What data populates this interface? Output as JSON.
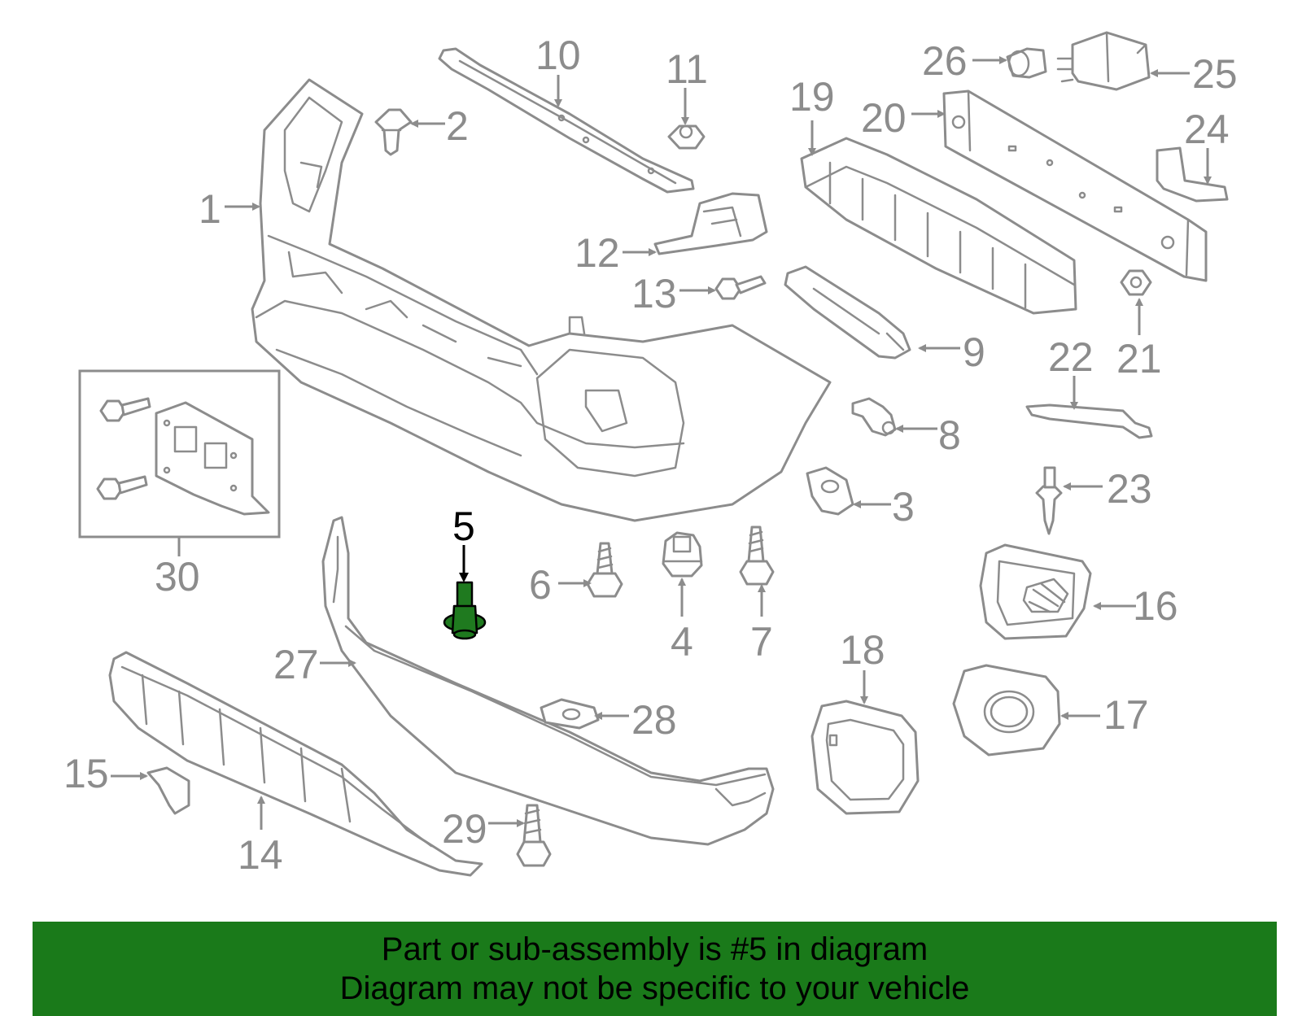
{
  "callouts": {
    "c1": "1",
    "c2": "2",
    "c3": "3",
    "c4": "4",
    "c5": "5",
    "c6": "6",
    "c7": "7",
    "c8": "8",
    "c9": "9",
    "c10": "10",
    "c11": "11",
    "c12": "12",
    "c13": "13",
    "c14": "14",
    "c15": "15",
    "c16": "16",
    "c17": "17",
    "c18": "18",
    "c19": "19",
    "c20": "20",
    "c21": "21",
    "c22": "22",
    "c23": "23",
    "c24": "24",
    "c25": "25",
    "c26": "26",
    "c27": "27",
    "c28": "28",
    "c29": "29",
    "c30": "30"
  },
  "highlighted_part": "5",
  "colors": {
    "line_gray": "#8c8c8c",
    "highlight_green": "#1f7a1f",
    "banner_green": "#1a7a1a"
  },
  "banner": {
    "line1": "Part or sub-assembly is #5 in diagram",
    "line2": "Diagram may not be specific to your vehicle"
  }
}
